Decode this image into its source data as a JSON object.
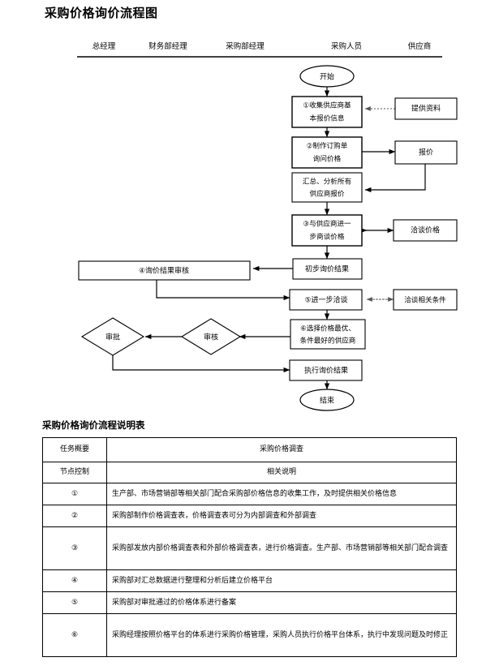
{
  "document": {
    "title": "采购价格询价流程图"
  },
  "flowchart": {
    "lanes": [
      {
        "label": "总经理"
      },
      {
        "label": "财务部经理"
      },
      {
        "label": "采购部经理"
      },
      {
        "label": "采购人员"
      },
      {
        "label": "供应商"
      }
    ],
    "nodes": {
      "start": "开始",
      "step1": "①收集供应商基本报价信息",
      "step1_line1": "①收集供应商基",
      "step1_line2": "本报价信息",
      "step2_line1": "②制作订购单",
      "step2_line2": "询问价格",
      "summarize_line1": "汇总、分析所有",
      "summarize_line2": "供应商报价",
      "step3_line1": "③与供应商进一",
      "step3_line2": "步商谈价格",
      "prelim_result": "初步询价结果",
      "step5": "⑤进一步洽谈",
      "step6_line1": "⑥选择价格最优、",
      "step6_line2": "条件最好的供应商",
      "execute": "执行询价结果",
      "end": "结束",
      "step4": "④询价结果审核",
      "approve": "审批",
      "review": "审核",
      "supply_data": "提供资料",
      "quote": "报价",
      "negotiate_price": "洽谈价格",
      "negotiate_terms": "洽谈相关条件"
    }
  },
  "spec_table": {
    "title": "采购价格询价流程说明表",
    "rows": [
      {
        "key": "任务概要",
        "value": "采购价格调查",
        "align": "center"
      },
      {
        "key": "节点控制",
        "value": "相关说明",
        "align": "center"
      },
      {
        "key": "①",
        "value": "生产部、市场营销部等相关部门配合采购部价格信息的收集工作，及时提供相关价格信息",
        "align": "left"
      },
      {
        "key": "②",
        "value": "采购部制作价格调查表，价格调查表可分为内部调查和外部调查",
        "align": "left"
      },
      {
        "key": "③",
        "value": "采购部发放内部价格调查表和外部价格调查表，进行价格调查。生产部、市场营销部等相关部门配合调查",
        "align": "left"
      },
      {
        "key": "④",
        "value": "采购部对汇总数据进行整理和分析后建立价格平台",
        "align": "left"
      },
      {
        "key": "⑤",
        "value": "采购部对审批通过的价格体系进行备案",
        "align": "left"
      },
      {
        "key": "⑥",
        "value": "采购经理按照价格平台的体系进行采购价格管理，采购人员执行价格平台体系，执行中发现问题及时修正",
        "align": "left"
      }
    ]
  },
  "colors": {
    "page_background": "#ffffff",
    "ink": "#000000",
    "dotted_connector": "#555555"
  }
}
